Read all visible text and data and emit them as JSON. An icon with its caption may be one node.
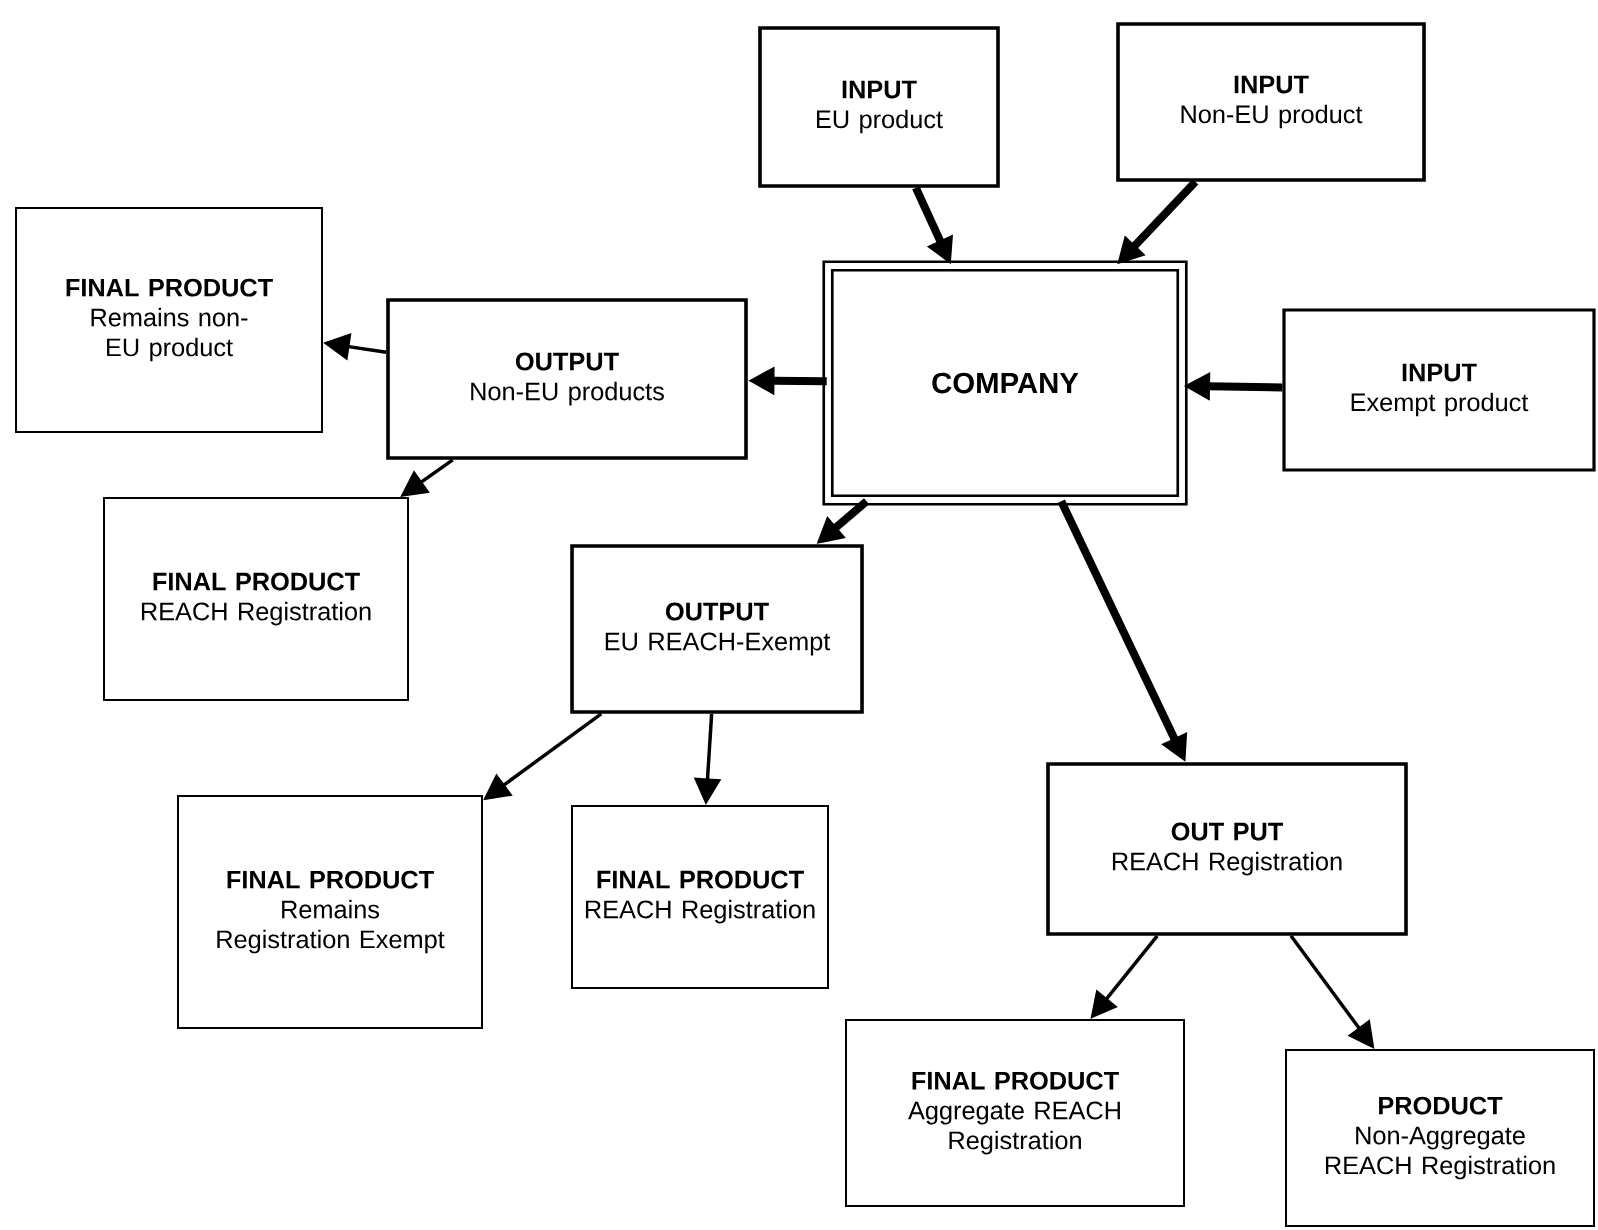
{
  "diagram": {
    "nodes": [
      {
        "text": [
          "INPUT",
          "EU product"
        ]
      },
      {
        "text": [
          "INPUT",
          "Non-EU product"
        ]
      },
      {
        "text": [
          "COMPANY"
        ]
      },
      {
        "text": [
          "INPUT",
          "Exempt product"
        ]
      },
      {
        "text": [
          "FINAL PRODUCT",
          "Remains non-EU product"
        ]
      },
      {
        "text": [
          "OUTPUT",
          "Non-EU products"
        ]
      },
      {
        "text": [
          "FINAL PRODUCT",
          "REACH Registration"
        ]
      },
      {
        "text": [
          "OUTPUT",
          "EU REACH-Exempt"
        ]
      },
      {
        "text": [
          "FINAL PRODUCT",
          "Remains Registration Exempt"
        ]
      },
      {
        "text": [
          "FINAL PRODUCT",
          "REACH Registration"
        ]
      },
      {
        "text": [
          "OUT PUT",
          "REACH Registration"
        ]
      },
      {
        "text": [
          "FINAL PRODUCT",
          "Aggregate REACH Registration"
        ]
      },
      {
        "text": [
          "PRODUCT",
          "Non-Aggregate REACH Registration"
        ]
      }
    ],
    "edges": [
      {
        "from": 0,
        "to": 2,
        "arrow": "to",
        "style": "thick"
      },
      {
        "from": 1,
        "to": 2,
        "arrow": "to",
        "style": "thick"
      },
      {
        "from": 3,
        "to": 2,
        "arrow": "to",
        "style": "thick"
      },
      {
        "from": 2,
        "to": 5,
        "arrow": "to",
        "style": "thick"
      },
      {
        "from": 5,
        "to": 4,
        "arrow": "to"
      },
      {
        "from": 5,
        "to": 6,
        "arrow": "to"
      },
      {
        "from": 2,
        "to": 7,
        "arrow": "to",
        "style": "thick"
      },
      {
        "from": 2,
        "to": 10,
        "arrow": "to",
        "style": "thick"
      },
      {
        "from": 7,
        "to": 8,
        "arrow": "to"
      },
      {
        "from": 7,
        "to": 9,
        "arrow": "to"
      },
      {
        "from": 10,
        "to": 11,
        "arrow": "to"
      },
      {
        "from": 10,
        "to": 12,
        "arrow": "to"
      }
    ]
  }
}
